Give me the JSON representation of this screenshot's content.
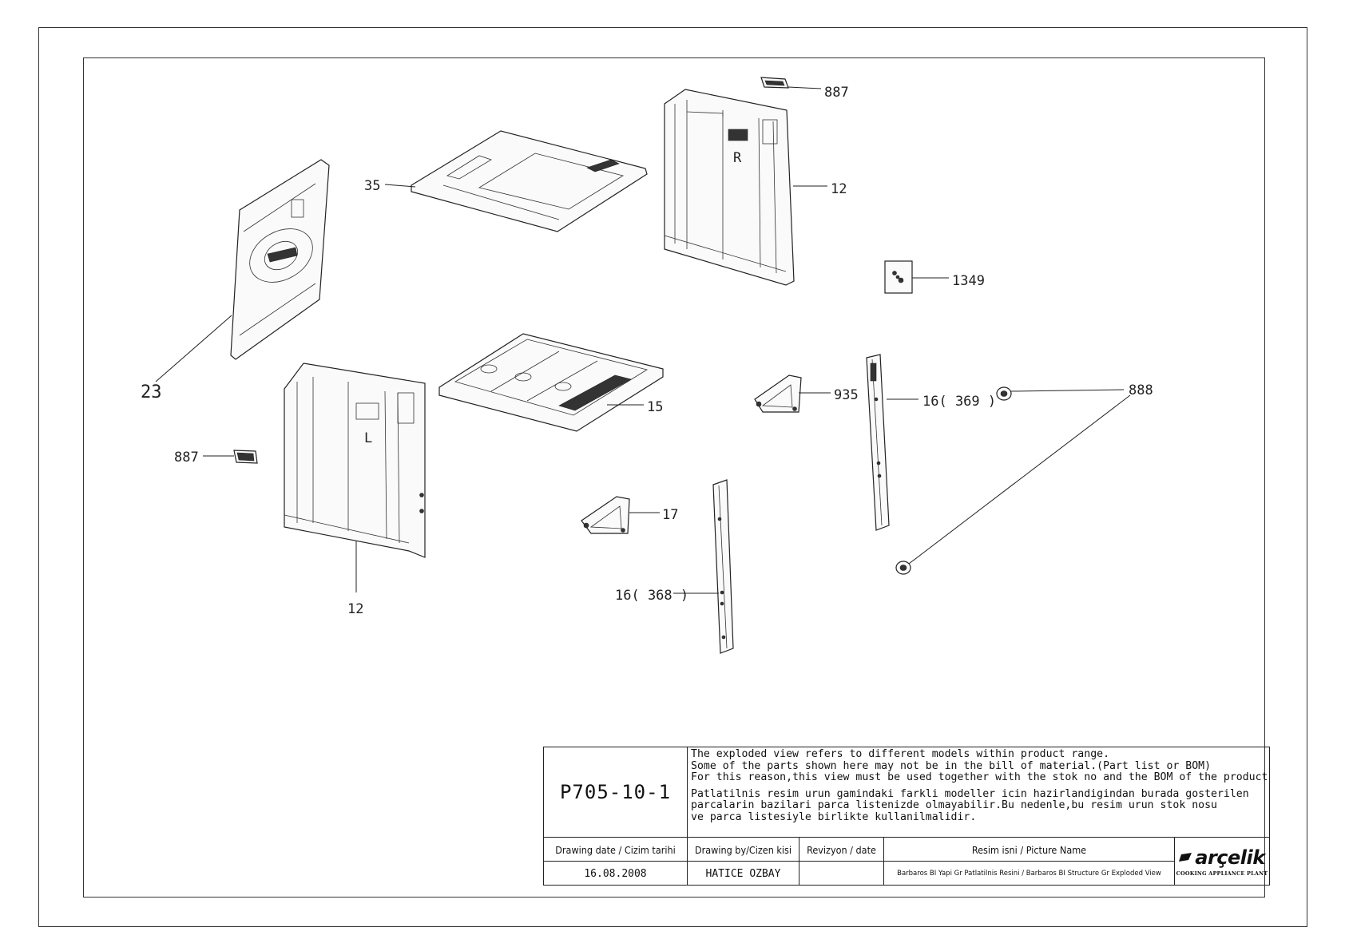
{
  "callouts": {
    "c887_top": "887",
    "c12_top": "12",
    "c35": "35",
    "c1349": "1349",
    "c23": "23",
    "c15": "15",
    "c935": "935",
    "c16_369": "16( 369 )",
    "c888": "888",
    "c887_left": "887",
    "c17": "17",
    "c16_368": "16( 368 )",
    "c12_bottom": "12"
  },
  "panel_marks": {
    "right_side": "R",
    "left_side": "L"
  },
  "title_block": {
    "code": "P705-10-1",
    "note_en_1": "The exploded view refers to different models within product range.",
    "note_en_2": "Some of the parts shown here may not be in the bill of material.(Part list or BOM)",
    "note_en_3": "For this reason,this view must be used together with the stok no and the BOM of the product",
    "note_tr_1": "Patlatilnis resim urun gamindaki farkli modeller icin hazirlandigindan burada gosterilen",
    "note_tr_2": "parcalarin bazilari parca listenizde olmayabilir.Bu nedenle,bu resim urun stok nosu",
    "note_tr_3": "ve parca listesiyle birlikte kullanilmalidir.",
    "header_date": "Drawing date / Cizim tarihi",
    "header_by": "Drawing by/Cizen kisi",
    "header_rev": "Revizyon / date",
    "header_name": "Resim isni / Picture Name",
    "value_date": "16.08.2008",
    "value_by": "HATICE OZBAY",
    "value_rev": "",
    "value_name": "Barbaros BI Yapi Gr Patlatilnis Resini / Barbaros BI Structure Gr Exploded View",
    "logo_name": "arçelik",
    "logo_sub": "COOKING APPLIANCE PLANT"
  }
}
